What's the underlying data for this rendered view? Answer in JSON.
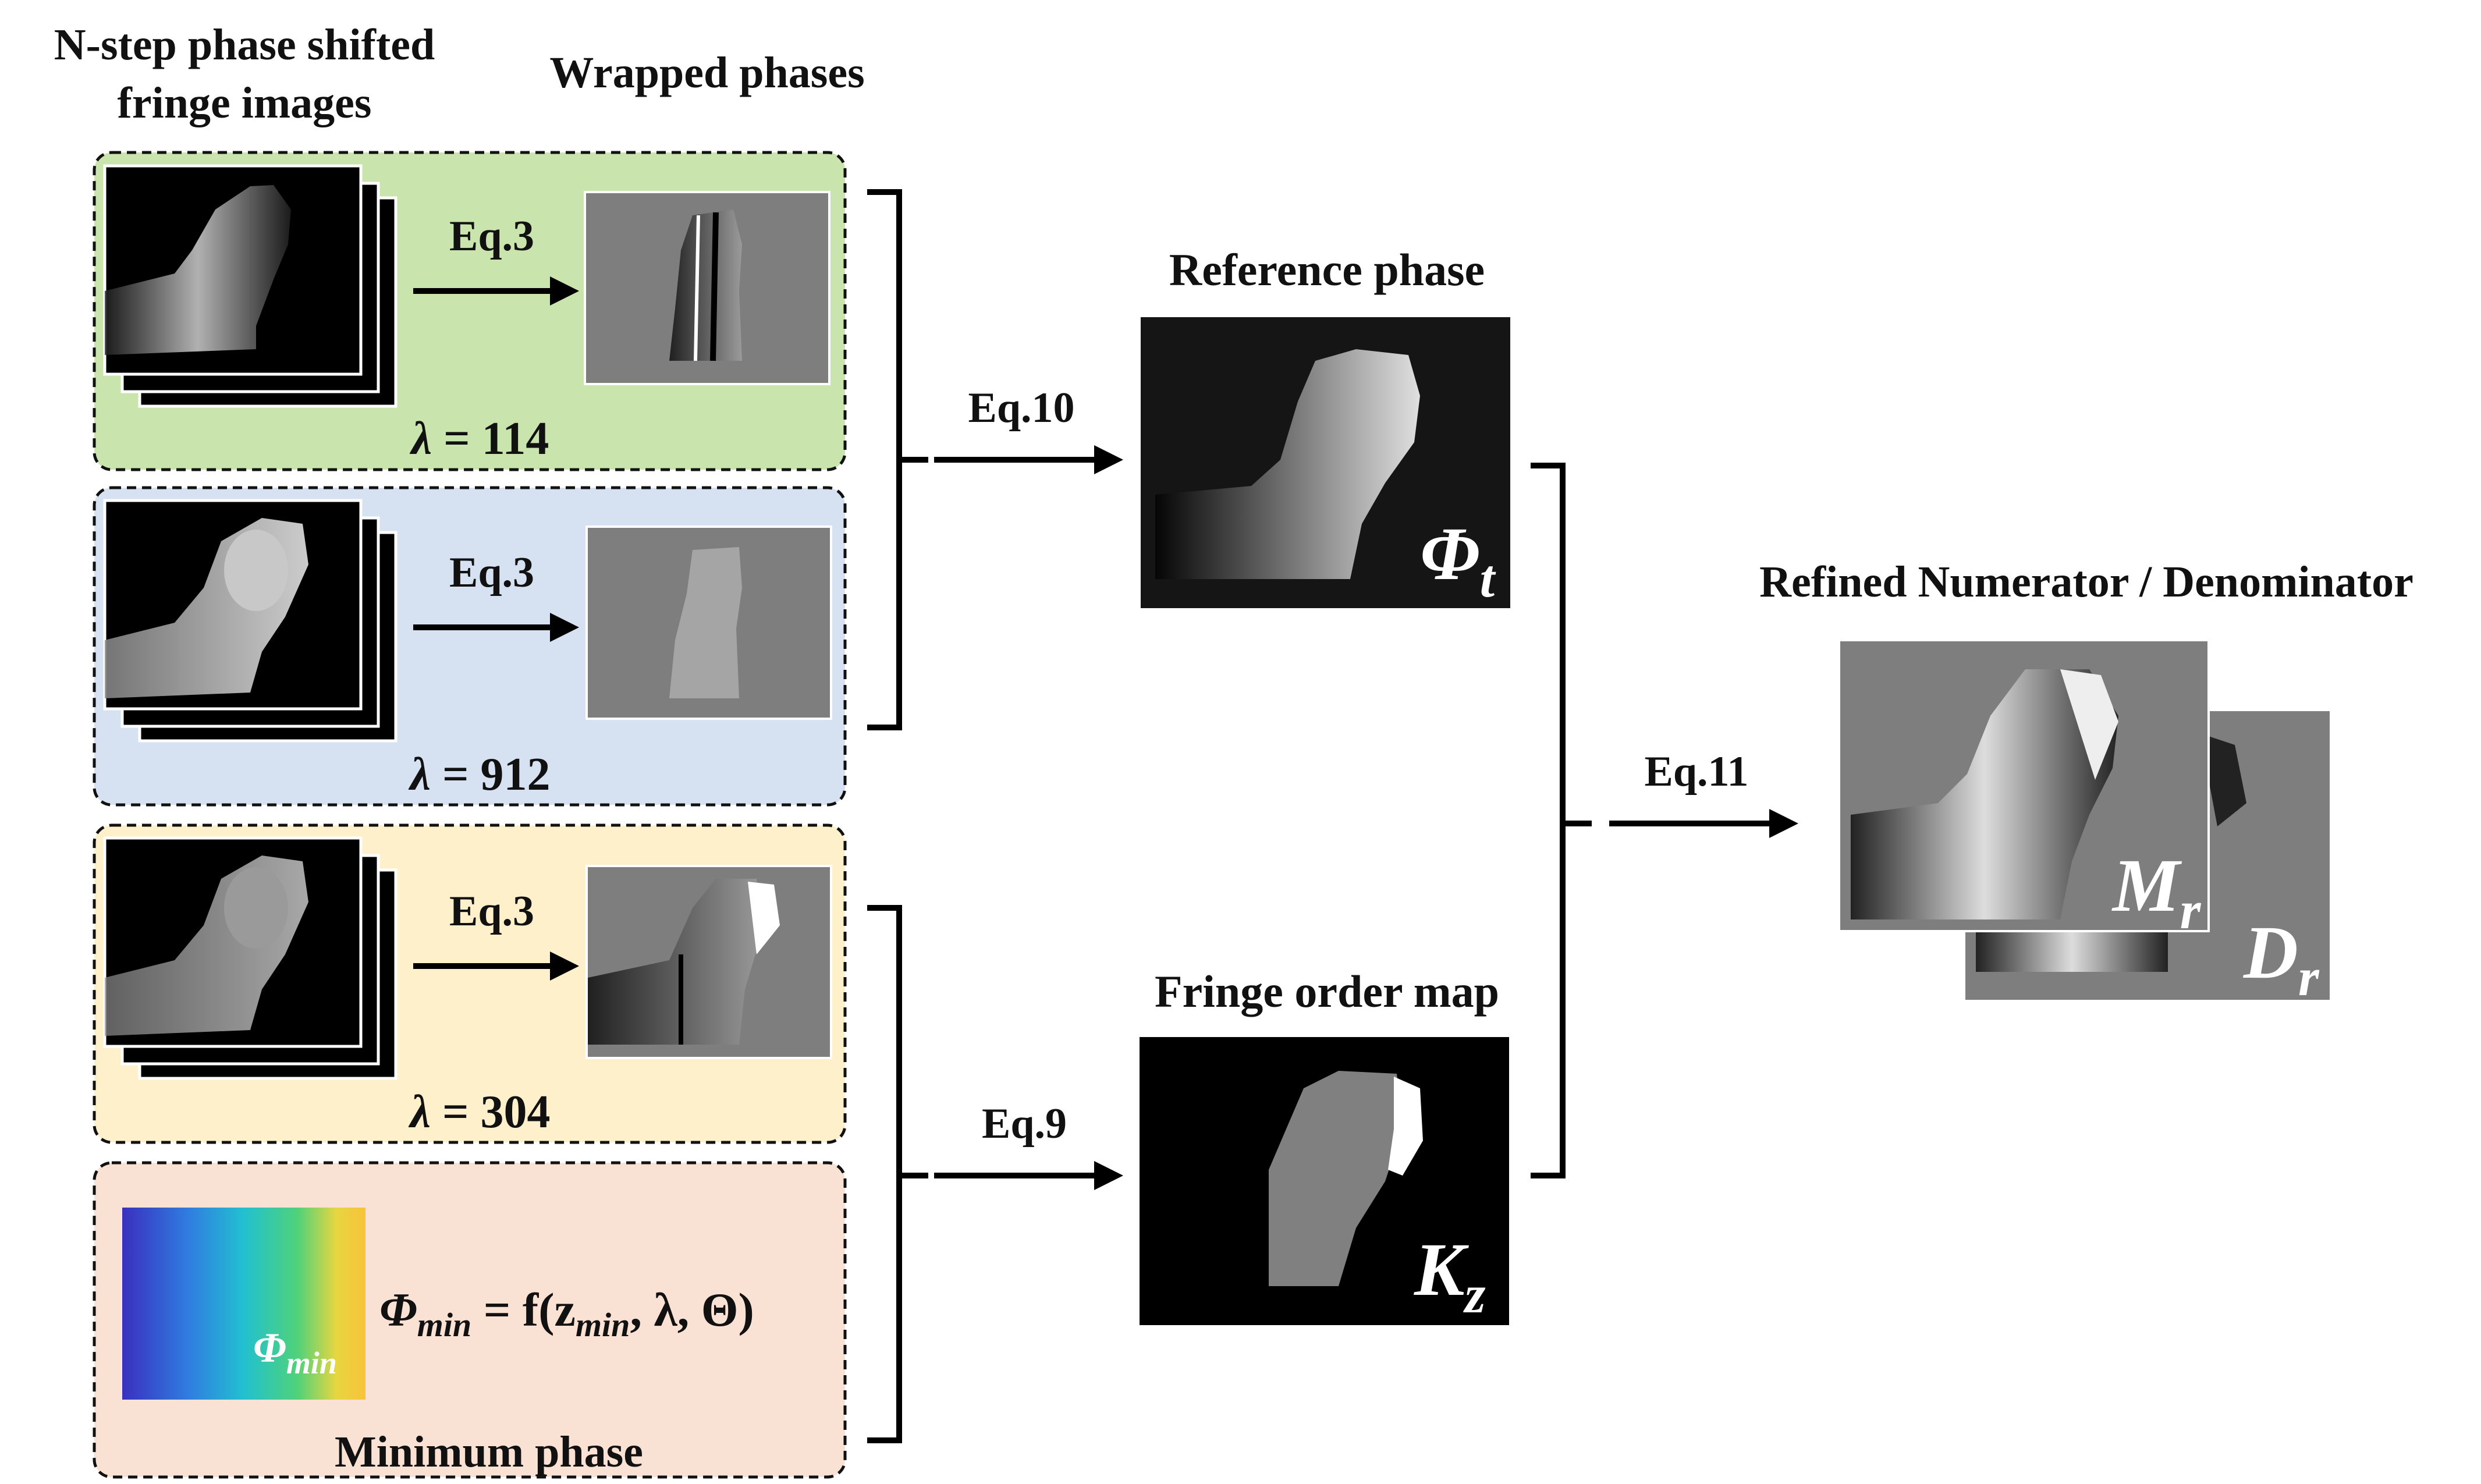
{
  "headers": {
    "fringe_line1": "N-step phase shifted",
    "fringe_line2": "fringe images",
    "wrapped": "Wrapped phases",
    "reference": "Reference phase",
    "fringe_order": "Fringe order map",
    "refined": "Refined Numerator / Denominator",
    "minimum": "Minimum phase"
  },
  "rows": [
    {
      "eq": "Eq.3",
      "lambda_sym": "λ",
      "lambda_eq": " = ",
      "lambda_value": "114",
      "bg": "#c9e4ad"
    },
    {
      "eq": "Eq.3",
      "lambda_sym": "λ",
      "lambda_eq": " = ",
      "lambda_value": "912",
      "bg": "#d6e1f2"
    },
    {
      "eq": "Eq.3",
      "lambda_sym": "λ",
      "lambda_eq": " = ",
      "lambda_value": "304",
      "bg": "#fdf0cb"
    }
  ],
  "min_box": {
    "bg": "#f9e1d3"
  },
  "arrows": {
    "eq10": "Eq.10",
    "eq9": "Eq.9",
    "eq11": "Eq.11"
  },
  "symbols": {
    "phi": "Φ",
    "t": "t",
    "k": "K",
    "z": "z",
    "m": "M",
    "r": "r",
    "d": "D",
    "min": "min"
  },
  "formula": {
    "phi": "Φ",
    "phi_sub": "min",
    "rest_a": " = f(z",
    "z_sub": "min",
    "rest_b": ", λ, Θ)"
  },
  "colors": {
    "gradient": [
      "#3a2fc0",
      "#2f7fe0",
      "#22c0d0",
      "#4fd27a",
      "#e7d640",
      "#f8c33a"
    ]
  }
}
